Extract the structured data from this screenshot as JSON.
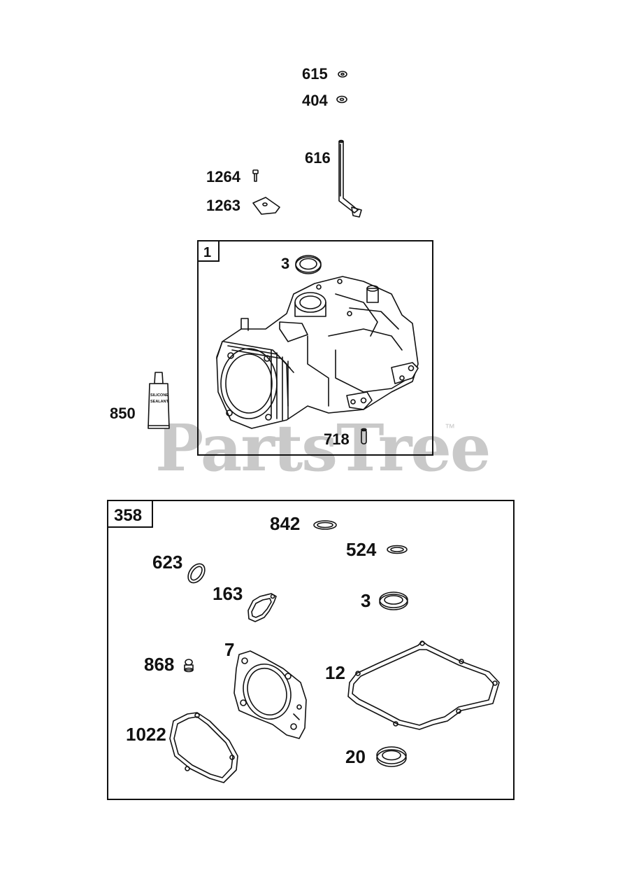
{
  "watermark": {
    "text": "PartsTree",
    "tm": "™"
  },
  "groups": {
    "cylinder": {
      "label": "1"
    },
    "gasket_set": {
      "label": "358"
    }
  },
  "parts": {
    "p615": "615",
    "p404": "404",
    "p616": "616",
    "p1264": "1264",
    "p1263": "1263",
    "p3a": "3",
    "p850": "850",
    "p718": "718",
    "p842": "842",
    "p524": "524",
    "p623": "623",
    "p163": "163",
    "p3b": "3",
    "p7": "7",
    "p868": "868",
    "p12": "12",
    "p1022": "1022",
    "p20": "20"
  },
  "tube_text": {
    "line1": "SILICONE",
    "line2": "SEALANT"
  }
}
